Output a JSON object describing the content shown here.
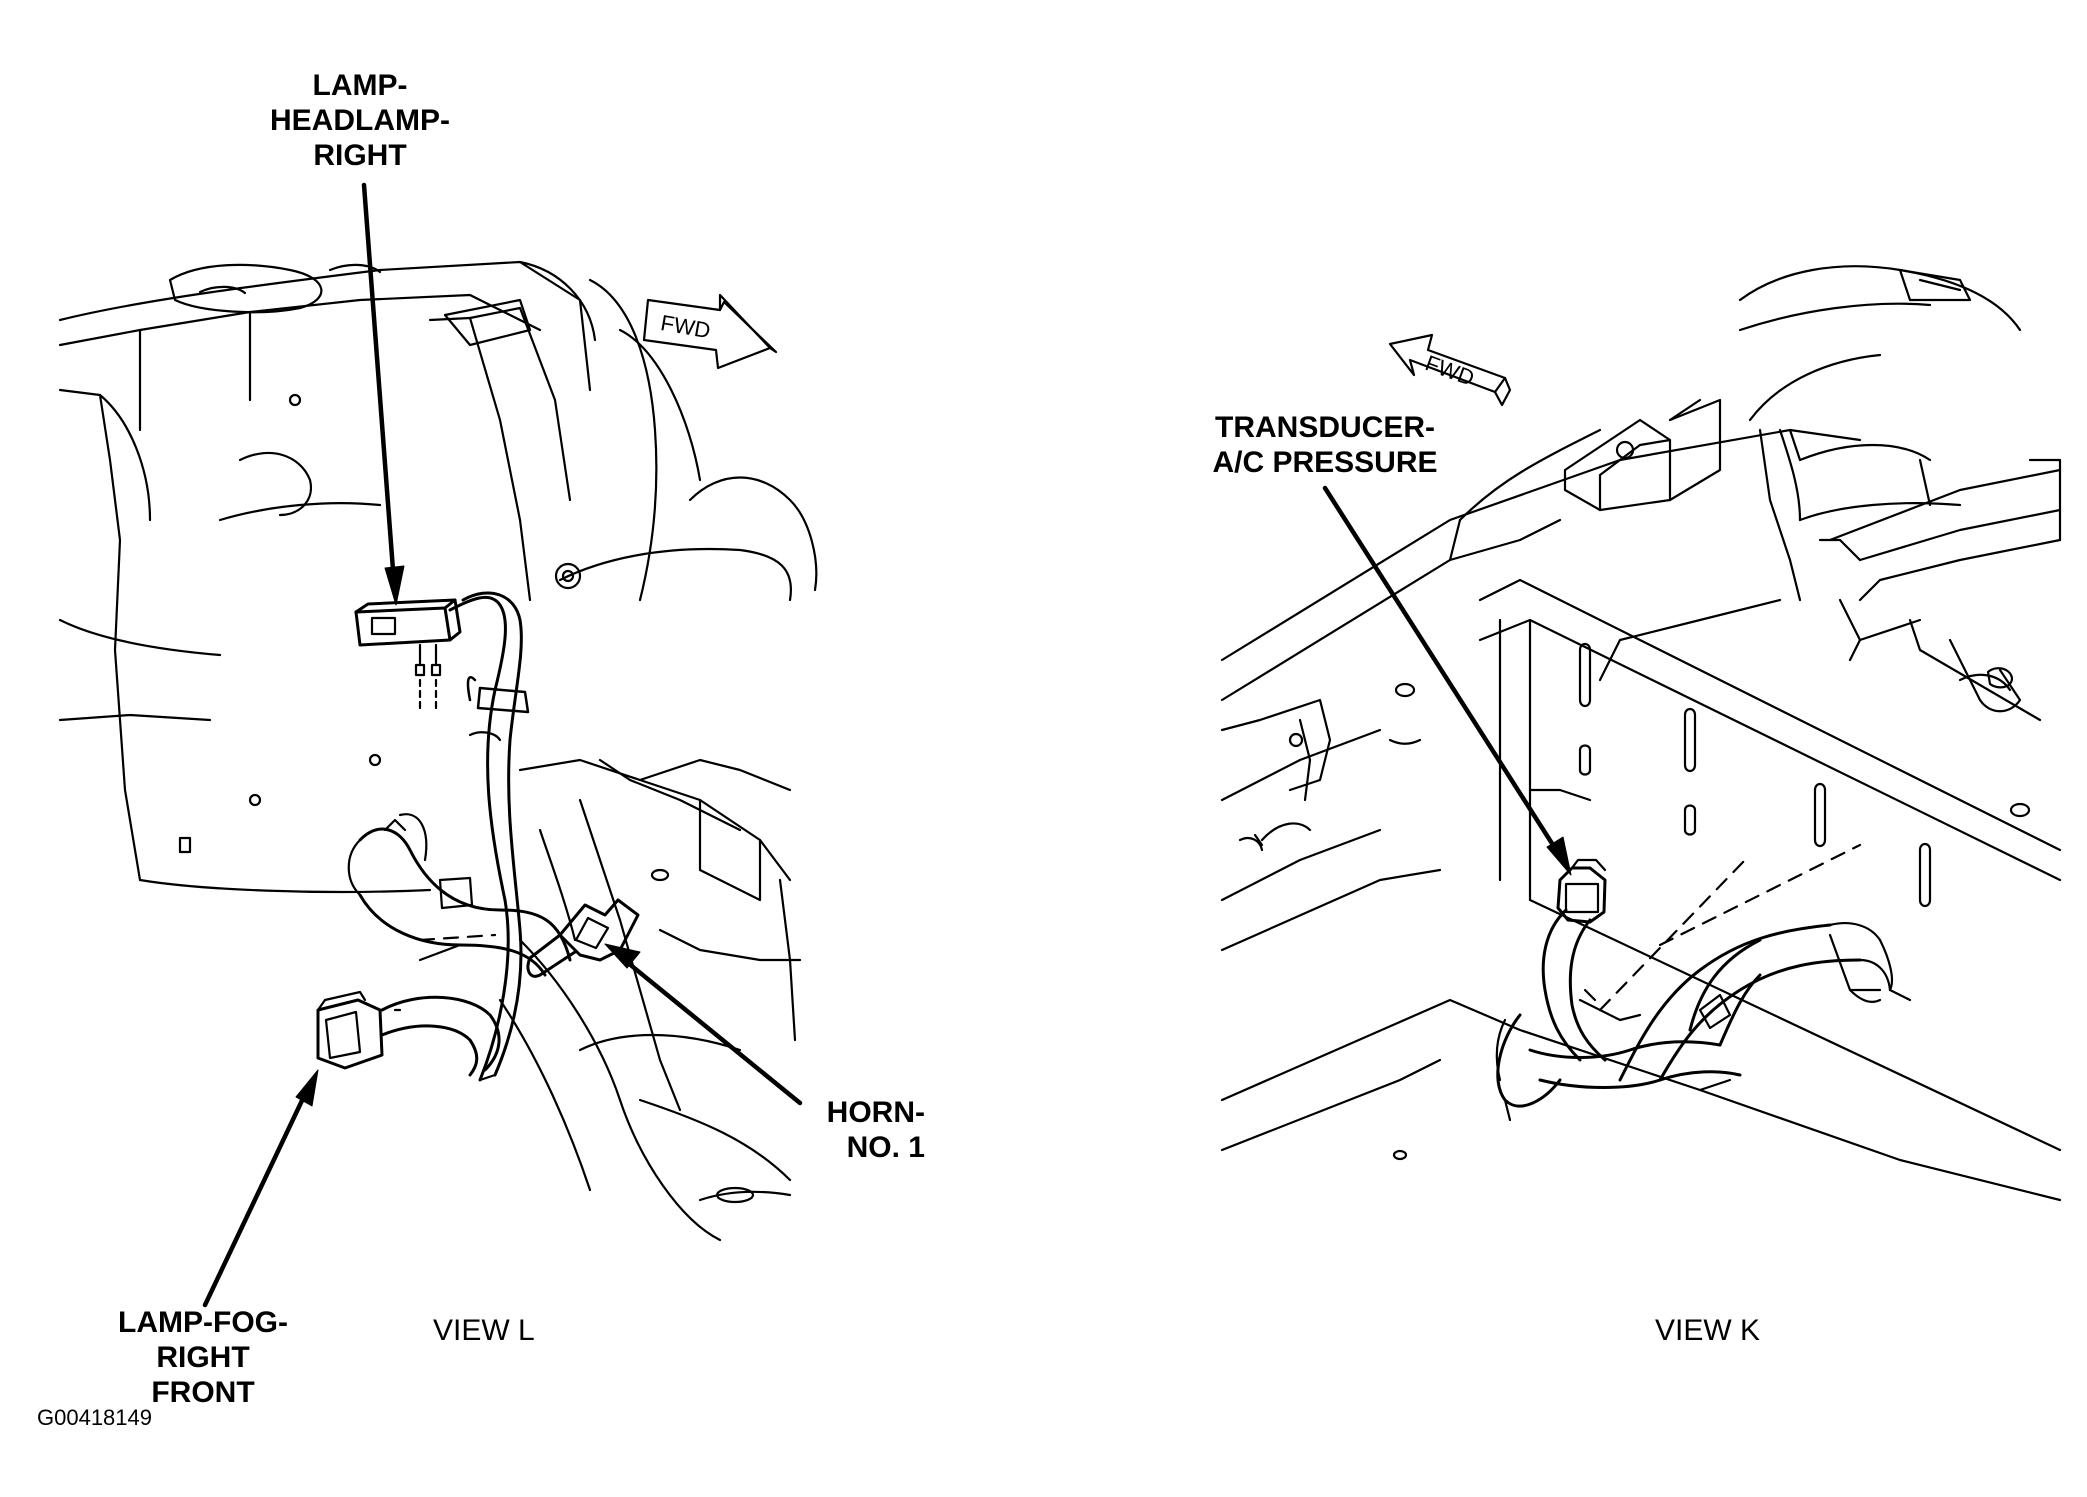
{
  "callouts": {
    "headlamp": [
      "LAMP-",
      "HEADLAMP-",
      "RIGHT"
    ],
    "fog": [
      "LAMP-FOG-",
      "RIGHT",
      "FRONT"
    ],
    "horn": [
      "HORN-",
      "NO. 1"
    ],
    "transducer": [
      "TRANSDUCER-",
      "A/C PRESSURE"
    ]
  },
  "views": {
    "left": "VIEW L",
    "right": "VIEW K"
  },
  "fwd_label": "FWD",
  "figure_id": "G00418149",
  "colors": {
    "line": "#000000",
    "background": "#ffffff"
  }
}
